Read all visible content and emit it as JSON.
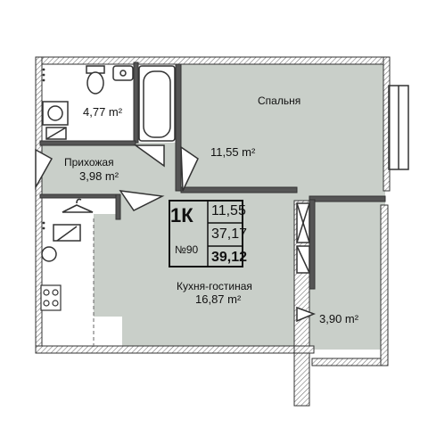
{
  "rooms": {
    "bathroom": {
      "area": "4,77 m²"
    },
    "bedroom": {
      "name": "Спальня",
      "area": "11,55 m²"
    },
    "hallway": {
      "name": "Прихожая",
      "area": "3,98 m²"
    },
    "kitchen_living": {
      "name": "Кухня-гостиная",
      "area": "16,87 m²"
    },
    "balcony": {
      "area": "3,90 m²"
    }
  },
  "info": {
    "type": "1К",
    "number": "№90",
    "living_area": "11,55",
    "area_without_balcony": "37,17",
    "total_area": "39,12"
  },
  "colors": {
    "floor": "#c9cfc9",
    "wall": "#4a4a4a",
    "hatch": "#888888",
    "wet_zone_fill": "#ffffff"
  },
  "icons": [
    "bathtub-icon",
    "toilet-icon",
    "sink-icon",
    "washing-machine-icon",
    "clothes-hanger-icon",
    "stove-icon",
    "kitchen-sink-icon",
    "door-icon",
    "window-icon"
  ]
}
